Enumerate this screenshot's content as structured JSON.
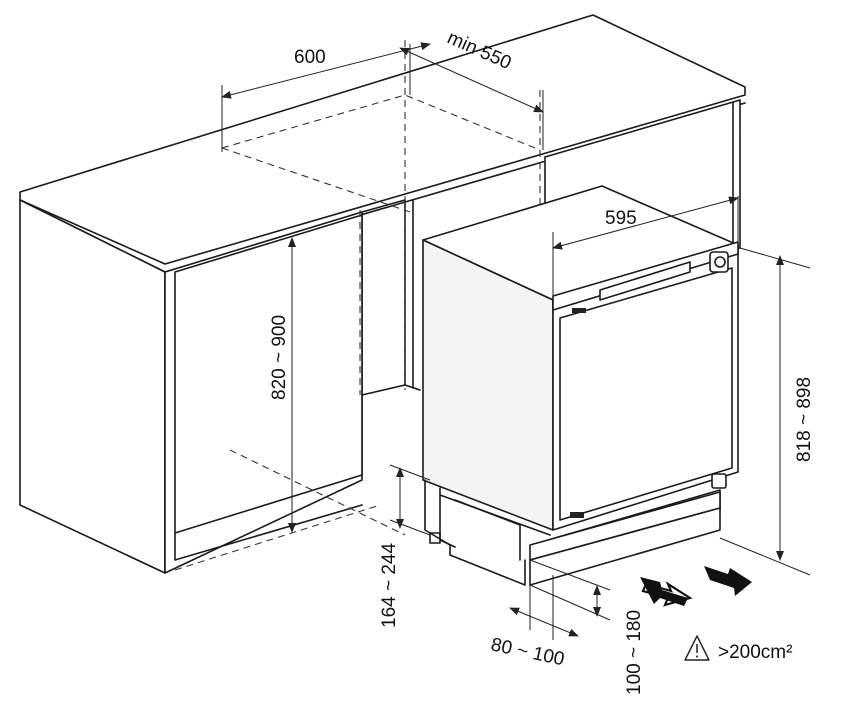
{
  "labels": {
    "cabinet_depth": "600",
    "min_depth": "min 550",
    "appliance_width": "595",
    "niche_height": "820 ~ 900",
    "appliance_height": "818 ~ 898",
    "plinth_height": "164 ~ 244",
    "plinth_gap": "80 ~ 100",
    "vent_height": "100 ~ 180",
    "ventilation_area": ">200cm²"
  },
  "icons": {
    "warning": "warning-triangle-icon",
    "airflow_in": "airflow-in-arrow-icon",
    "airflow_out": "airflow-out-arrow-icon"
  }
}
